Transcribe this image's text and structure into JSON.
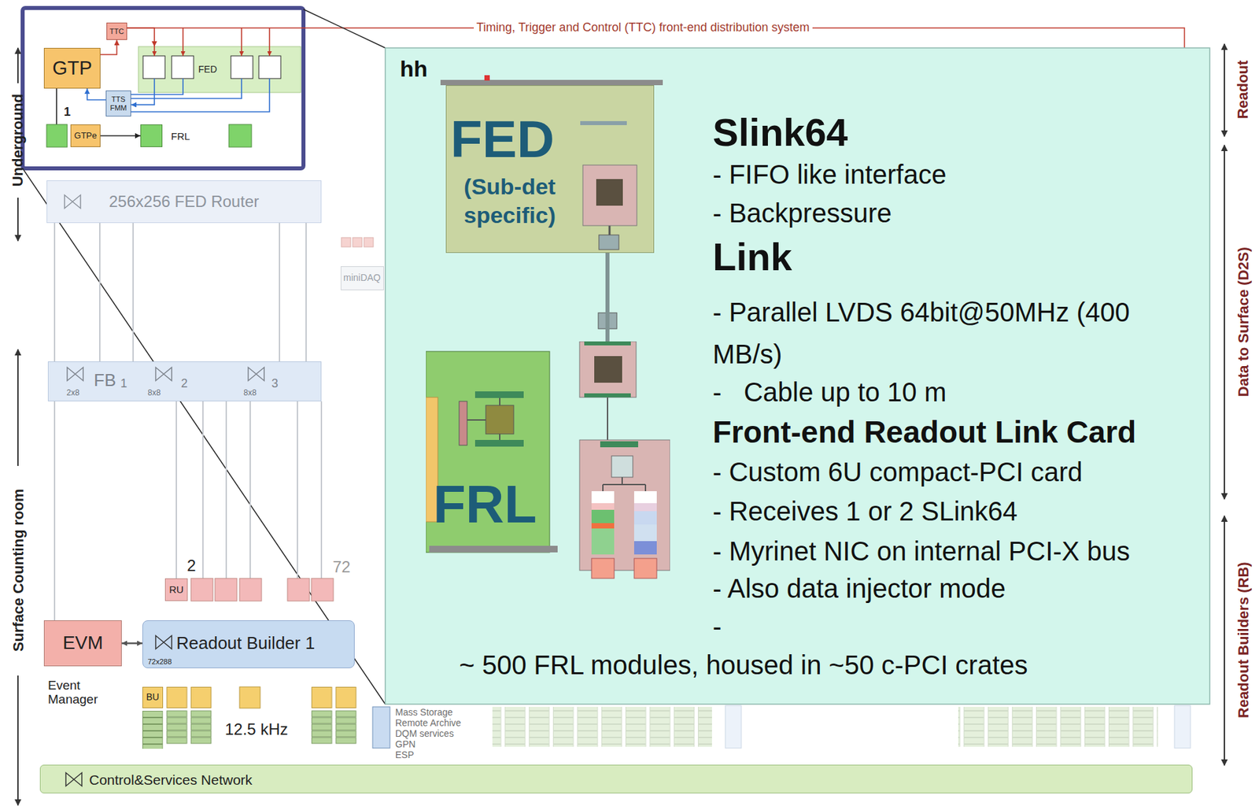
{
  "diagram": {
    "nodes": [
      {
        "text": [
          "TTC"
        ]
      },
      {
        "text": [
          "GTP"
        ]
      },
      {
        "text": [
          "FED"
        ]
      },
      {
        "text": [
          "TTS FMM"
        ]
      },
      {
        "text": [
          "GTPe"
        ]
      },
      {
        "text": [
          "FRL"
        ]
      },
      {
        "text": [
          "256x256 FED Router"
        ]
      },
      {
        "text": [
          "miniDAQ"
        ]
      },
      {
        "text": [
          "FB",
          "1"
        ]
      },
      {
        "text": [
          "RU"
        ]
      },
      {
        "text": [
          "EVM"
        ]
      },
      {
        "text": [
          "Readout Builder 1",
          "72x288"
        ]
      },
      {
        "text": [
          "BU"
        ]
      },
      {
        "text": [
          "Control&Services Network"
        ]
      },
      {
        "text": [
          "Slink64",
          "- FIFO like interface",
          "- Backpressure",
          "Link",
          "- Parallel LVDS 64bit@50MHz (400 MB/s)",
          "-   Cable up to 10 m",
          "Front-end Readout Link Card",
          "- Custom 6U compact-PCI card",
          "- Receives 1 or 2 SLink64",
          "- Myrinet NIC on internal PCI-X bus",
          "- Also data injector mode",
          "-",
          "~ 500 FRL modules, housed in ~50 c-PCI crates"
        ]
      },
      {
        "text": [
          "FED",
          "(Sub-det specific)"
        ],
        "in": 14
      },
      {
        "text": [
          "FRL"
        ],
        "in": 14
      }
    ],
    "edges": [
      {
        "from": 1,
        "to": 0,
        "arrow": "to"
      },
      {
        "from": 0,
        "to": 2,
        "arrow": "to"
      },
      {
        "from": 2,
        "to": 3,
        "arrow": "to"
      },
      {
        "from": 3,
        "to": 1,
        "arrow": "to"
      },
      {
        "from": 4,
        "to": 5,
        "arrow": "to"
      },
      {
        "from": 10,
        "to": 11,
        "arrow": "both"
      },
      {
        "from": 15,
        "to": 16,
        "arrow": "none"
      }
    ],
    "labels": [
      "Timing, Trigger and Control (TTC) front-end distribution system",
      "Underground",
      "Surface Counting room",
      "Readout",
      "Data to Surface (D2S)",
      "Readout Builders (RB)",
      "1",
      "hh",
      "2x8",
      "2",
      "8x8",
      "3",
      "8x8",
      "2",
      "72",
      "Event Manager",
      "12.5 kHz",
      "Mass Storage",
      "Remote Archive",
      "DQM services",
      "GPN",
      "ESP"
    ]
  }
}
